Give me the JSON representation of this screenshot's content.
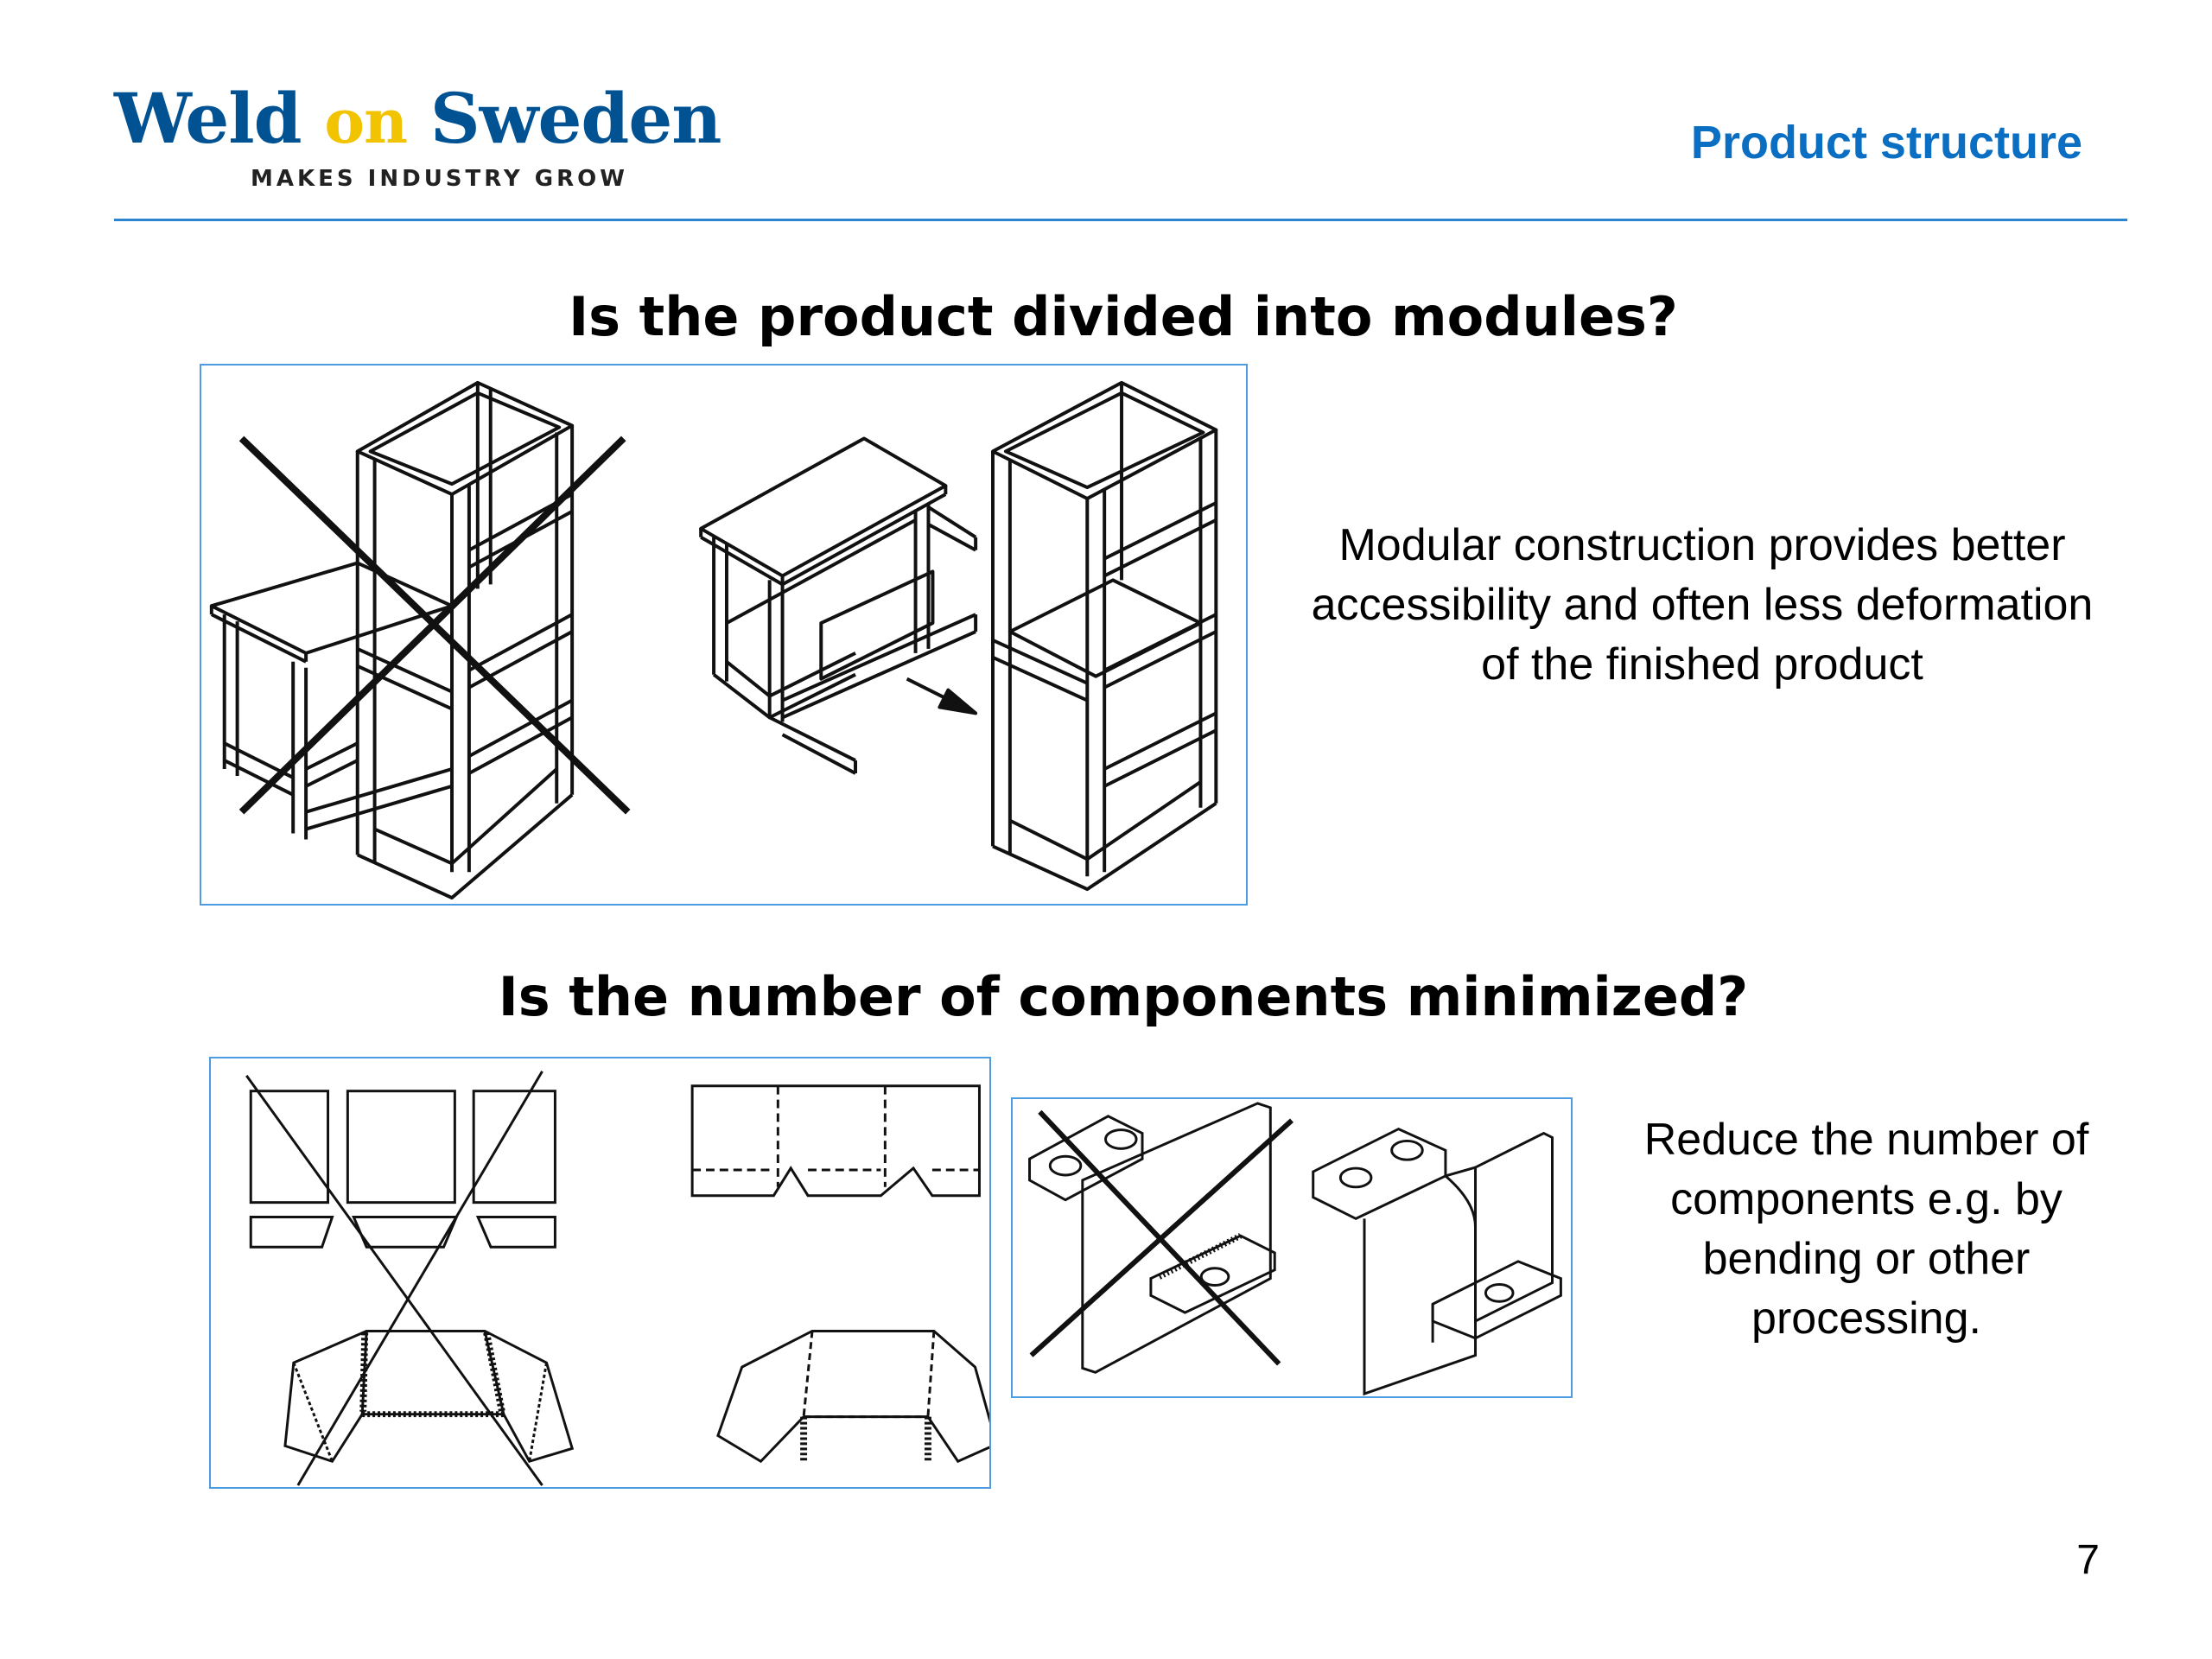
{
  "header": {
    "logo": {
      "word1": "Weld",
      "word2": "on",
      "word3": "Sweden",
      "tagline": "MAKES INDUSTRY GROW"
    },
    "section_title": "Product structure",
    "colors": {
      "brand_blue": "#005293",
      "brand_yellow": "#f2c300",
      "accent_blue": "#0a6fc2",
      "frame_blue": "#4d9be0"
    }
  },
  "sections": [
    {
      "question": "Is the product divided into modules?",
      "description": "Modular construction provides better accessibility and often less deformation of the finished product"
    },
    {
      "question": "Is the number of components minimized?",
      "description": "Reduce the number of components e.g. by bending or other processing."
    }
  ],
  "page_number": "7"
}
